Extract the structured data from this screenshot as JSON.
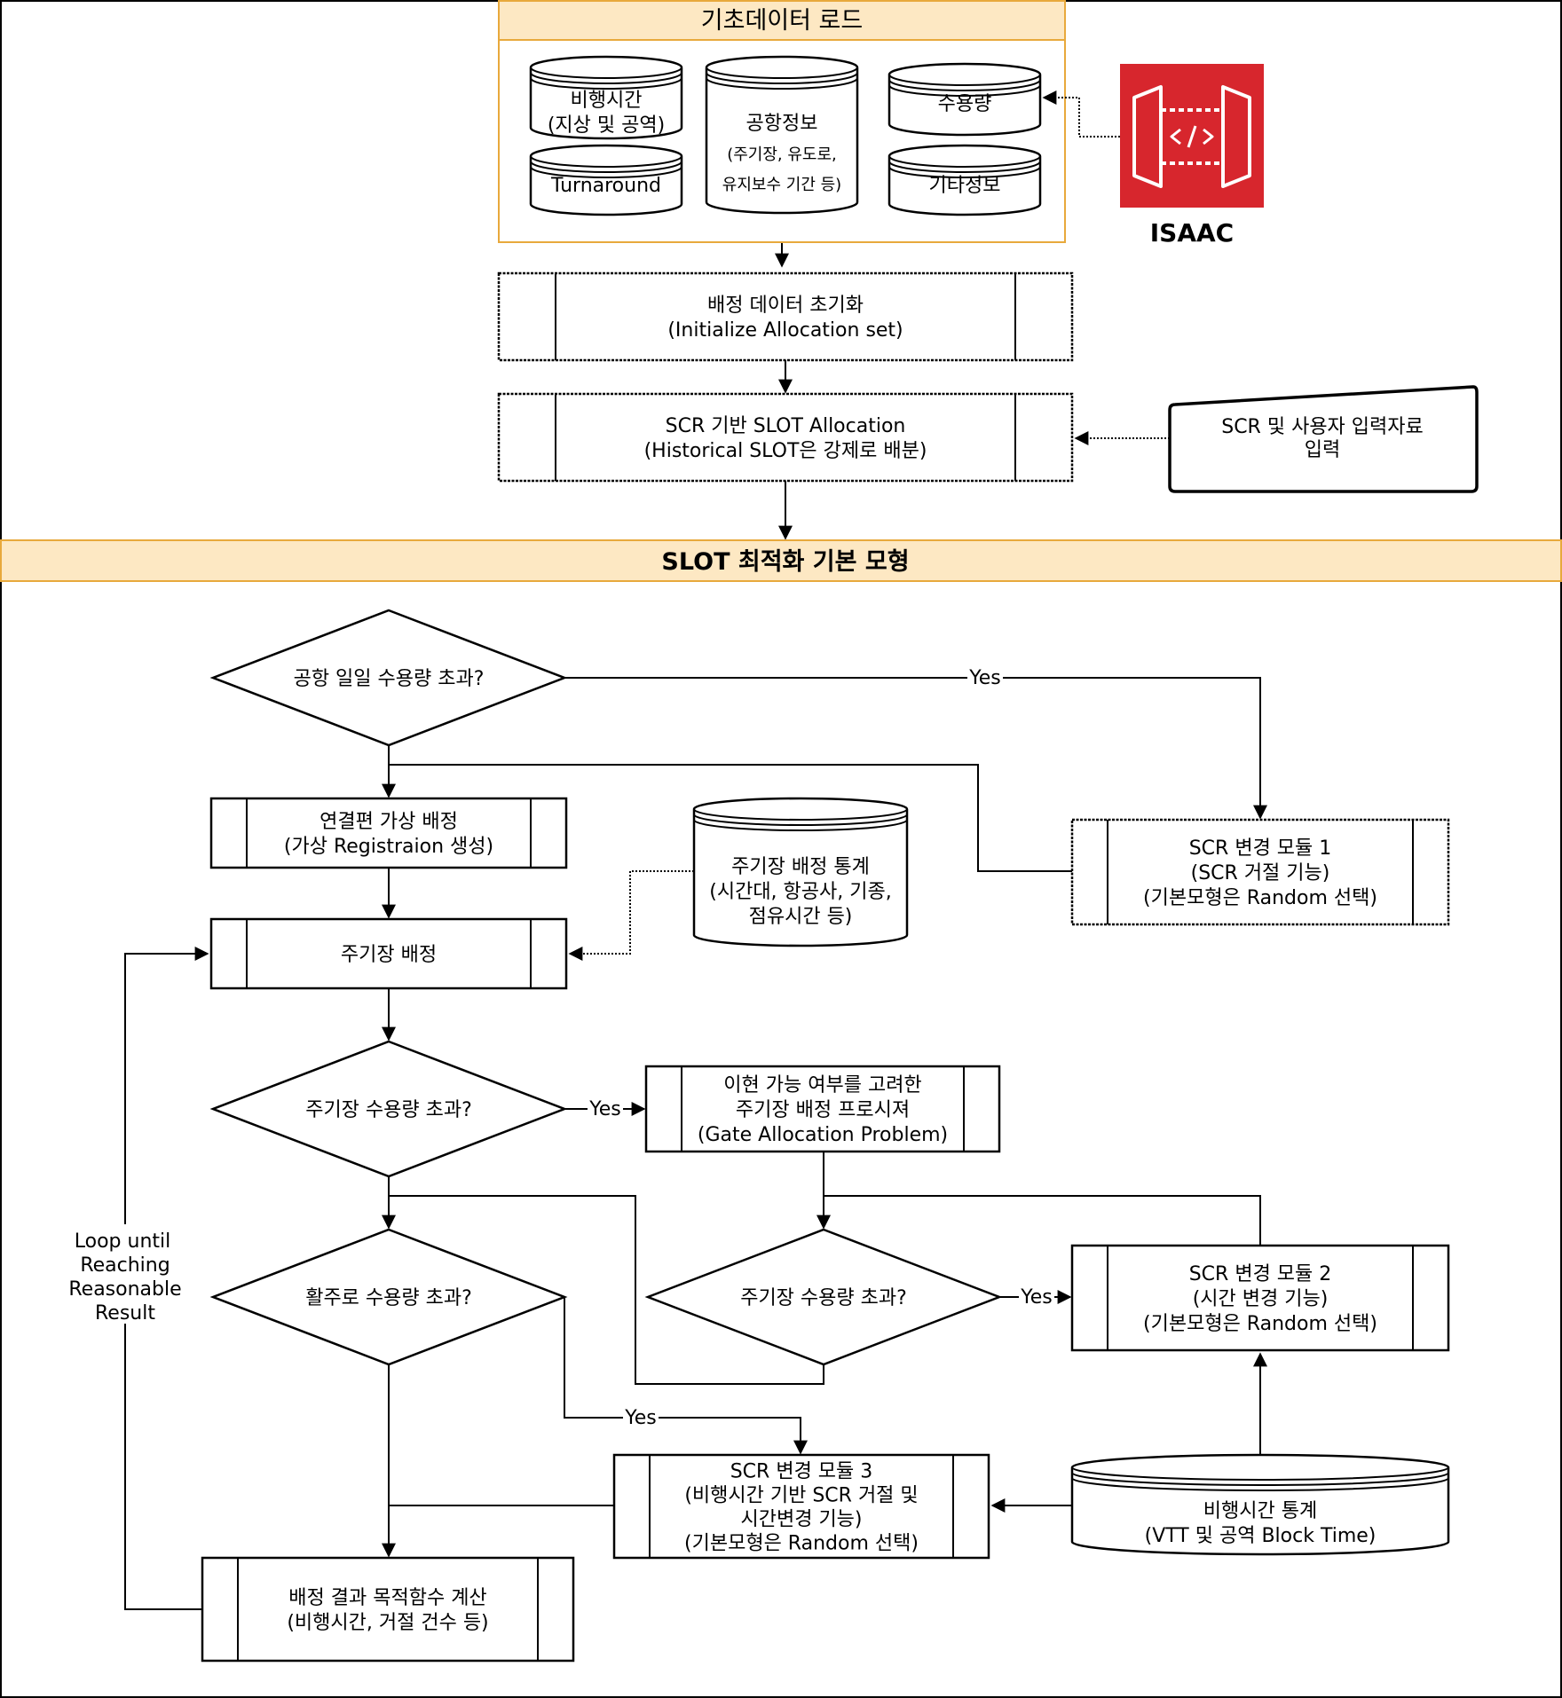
{
  "colors": {
    "header_fill": "#fde8c3",
    "header_stroke": "#e8a93c",
    "isaac_red": "#d7262d",
    "line": "#000000",
    "background": "#ffffff"
  },
  "sections": {
    "data_load": "기초데이터 로드",
    "optimization": "SLOT 최적화 기본 모형"
  },
  "databases": {
    "flight_time": [
      "비행시간",
      "(지상 및 공역)"
    ],
    "turnaround": [
      "Turnaround"
    ],
    "airport_info": [
      "공항정보",
      "(주기장, 유도로,",
      "유지보수 기간 등)"
    ],
    "capacity": [
      "수용량"
    ],
    "other_info": [
      "기타정보"
    ],
    "stand_stats": [
      "주기장 배정 통계",
      "(시간대, 항공사, 기종,",
      "점유시간 등)"
    ],
    "flight_stats": [
      "비행시간 통계",
      "(VTT 및 공역 Block Time)"
    ]
  },
  "isaac": {
    "label": "ISAAC",
    "icon": "api-gateway-icon"
  },
  "processes": {
    "init_allocation": [
      "배정 데이터 초기화",
      "(Initialize Allocation set)"
    ],
    "scr_allocation": [
      "SCR 기반 SLOT Allocation",
      "(Historical SLOT은 강제로 배분)"
    ],
    "link_virtual": [
      "연결편 가상 배정",
      "(가상 Registraion 생성)"
    ],
    "stand_assign": [
      "주기장 배정"
    ],
    "gate_procedure": [
      "이현 가능 여부를 고려한",
      "주기장 배정 프로시져",
      "(Gate Allocation Problem)"
    ],
    "scr_module1": [
      "SCR 변경 모듈 1",
      "(SCR 거절 기능)",
      "(기본모형은 Random 선택)"
    ],
    "scr_module2": [
      "SCR 변경 모듈 2",
      "(시간 변경 기능)",
      "(기본모형은 Random 선택)"
    ],
    "scr_module3": [
      "SCR 변경 모듈 3",
      "(비행시간 기반 SCR 거절 및",
      "시간변경 기능)",
      "(기본모형은 Random 선택)"
    ],
    "objective": [
      "배정 결과 목적함수 계산",
      "(비행시간, 거절 건수 등)"
    ]
  },
  "manual_input": [
    "SCR 및 사용자 입력자료",
    "입력"
  ],
  "decisions": {
    "airport_capacity": "공항 일일 수용량 초과?",
    "stand_capacity": "주기장 수용량 초과?",
    "runway_capacity": "활주로 수용량 초과?",
    "stand_capacity2": "주기장 수용량 초과?"
  },
  "edge_labels": {
    "yes": "Yes"
  },
  "loop_note": [
    "Loop until",
    "Reaching",
    "Reasonable",
    "Result"
  ]
}
